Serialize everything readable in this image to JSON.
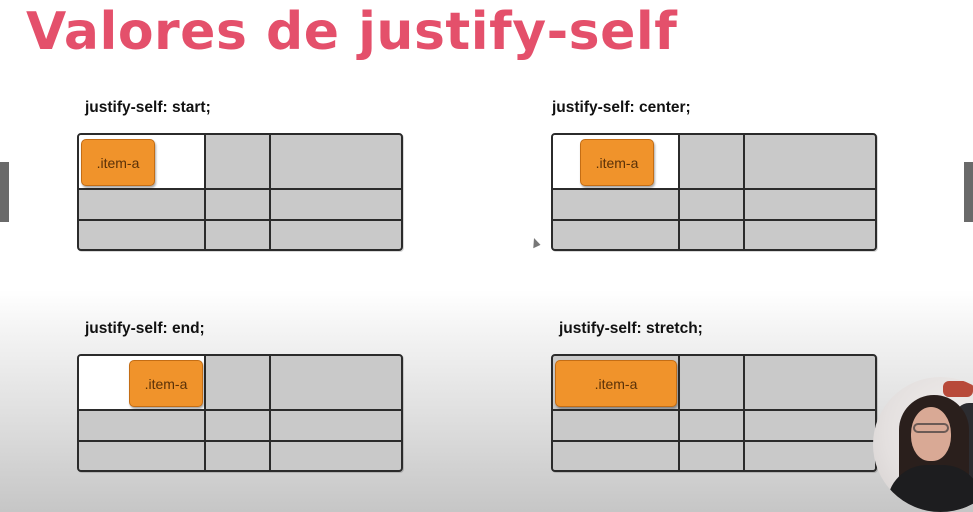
{
  "slide": {
    "title": "Valores de justify-self"
  },
  "demos": [
    {
      "label": "justify-self: start;",
      "item_text": ".item-a",
      "align": "start"
    },
    {
      "label": "justify-self: center;",
      "item_text": ".item-a",
      "align": "center"
    },
    {
      "label": "justify-self: end;",
      "item_text": ".item-a",
      "align": "end"
    },
    {
      "label": "justify-self: stretch;",
      "item_text": ".item-a",
      "align": "stretch"
    }
  ],
  "colors": {
    "title": "#e4506b",
    "item": "#f0932b",
    "grid_cell": "#c9c9c9",
    "grid_border": "#2b2b2b"
  },
  "icons": {
    "nav_left": "chevron-left-icon",
    "nav_right": "chevron-right-icon"
  }
}
